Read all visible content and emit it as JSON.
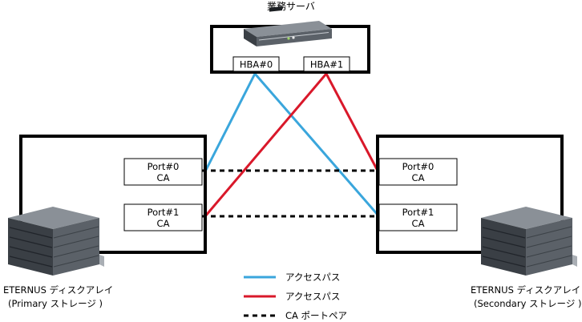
{
  "server": {
    "title": "業務サーバ",
    "hba0": "HBA#0",
    "hba1": "HBA#1"
  },
  "primary": {
    "port0": {
      "port": "Port#0",
      "ca": "CA"
    },
    "port1": {
      "port": "Port#1",
      "ca": "CA"
    },
    "label_line1": "ETERNUS ディスクアレイ",
    "label_line2": "(Primary ストレージ )"
  },
  "secondary": {
    "port0": {
      "port": "Port#0",
      "ca": "CA"
    },
    "port1": {
      "port": "Port#1",
      "ca": "CA"
    },
    "label_line1": "ETERNUS ディスクアレイ",
    "label_line2": "(Secondary ストレージ )"
  },
  "legend": {
    "blue_label": "アクセスパス",
    "red_label": "アクセスパス",
    "dash_label": "CA ポートペア"
  },
  "colors": {
    "blue_path": "#3aa6dc",
    "red_path": "#d9182a",
    "frame": "#000000",
    "device_dark": "#3a3f45",
    "device_mid": "#5b6168",
    "device_light": "#8a9097"
  }
}
